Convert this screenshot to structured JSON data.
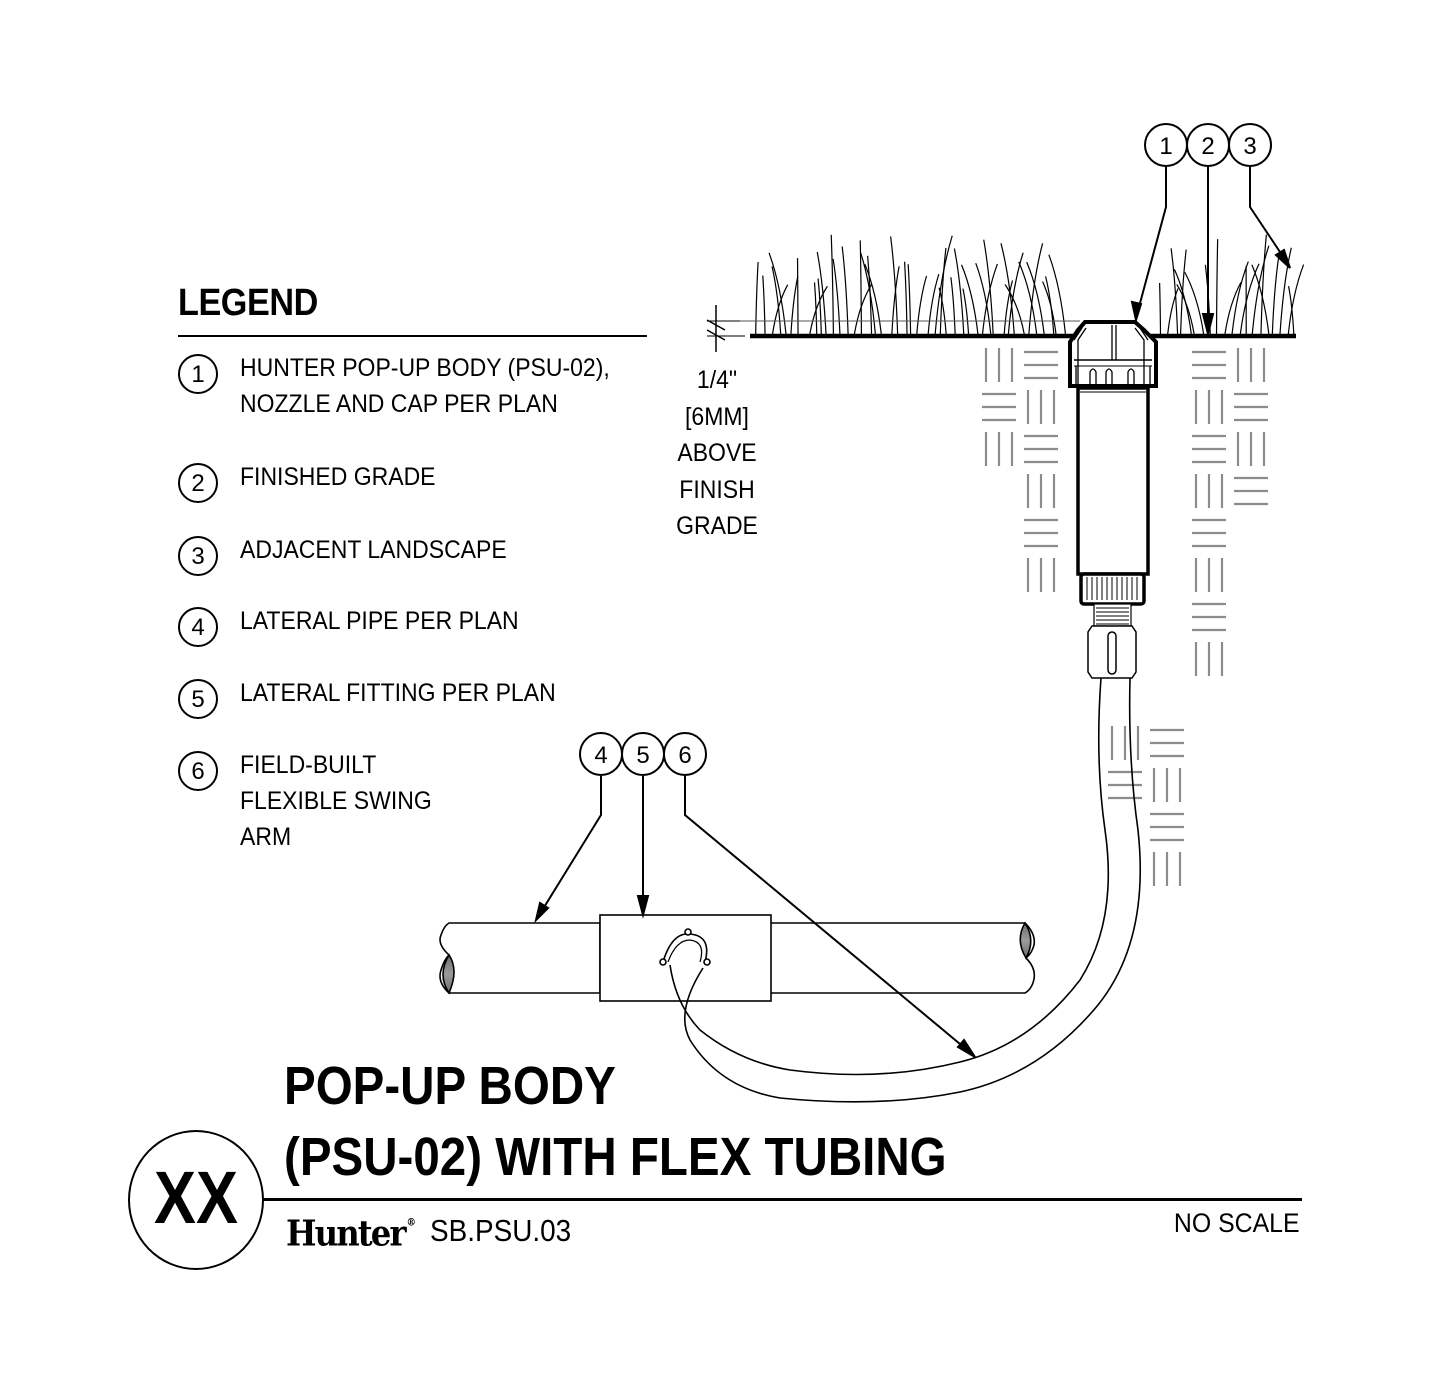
{
  "legend": {
    "title": "LEGEND",
    "items": [
      {
        "num": "1",
        "text": "HUNTER POP-UP BODY (PSU-02),\nNOZZLE AND CAP PER PLAN"
      },
      {
        "num": "2",
        "text": "FINISHED GRADE"
      },
      {
        "num": "3",
        "text": "ADJACENT LANDSCAPE"
      },
      {
        "num": "4",
        "text": "LATERAL PIPE PER PLAN"
      },
      {
        "num": "5",
        "text": "LATERAL FITTING PER PLAN"
      },
      {
        "num": "6",
        "text": "FIELD-BUILT\nFLEXIBLE SWING\nARM"
      }
    ]
  },
  "dimension_note": "1/4\"\n[6MM]\nABOVE\nFINISH\nGRADE",
  "callouts": {
    "top": [
      "1",
      "2",
      "3"
    ],
    "bottom": [
      "4",
      "5",
      "6"
    ]
  },
  "title_block": {
    "title_line1": "POP-UP BODY",
    "title_line2": "(PSU-02) WITH FLEX TUBING",
    "detail_number": "XX",
    "brand": "Hunter",
    "brand_mark": "®",
    "sheet_id": "SB.PSU.03",
    "scale_note": "NO SCALE"
  },
  "colors": {
    "line": "#000000",
    "hatch": "#8c8c8c",
    "pipe_cut": "#7a7a7a"
  }
}
